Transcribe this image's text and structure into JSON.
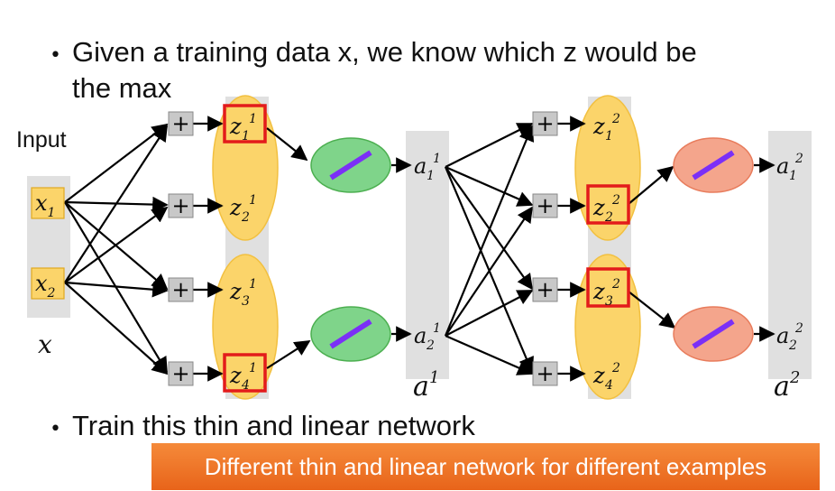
{
  "bullet1_line1": "Given a training data x, we know which z would be",
  "bullet1_line2": "the max",
  "bullet2": "Train this thin and linear network",
  "banner": "Different thin and linear network for different examples",
  "input_label": "Input",
  "x_vector_label": "x",
  "inputs": [
    {
      "base": "x",
      "sub": "1"
    },
    {
      "base": "x",
      "sub": "2"
    }
  ],
  "layer1": {
    "z": [
      {
        "base": "z",
        "sub": "1",
        "sup": "1",
        "selected": true
      },
      {
        "base": "z",
        "sub": "2",
        "sup": "1",
        "selected": false
      },
      {
        "base": "z",
        "sub": "3",
        "sup": "1",
        "selected": false
      },
      {
        "base": "z",
        "sub": "4",
        "sup": "1",
        "selected": true
      }
    ],
    "a": [
      {
        "base": "a",
        "sub": "1",
        "sup": "1"
      },
      {
        "base": "a",
        "sub": "2",
        "sup": "1"
      }
    ],
    "vector_label": {
      "base": "a",
      "sup": "1"
    }
  },
  "layer2": {
    "z": [
      {
        "base": "z",
        "sub": "1",
        "sup": "2",
        "selected": false
      },
      {
        "base": "z",
        "sub": "2",
        "sup": "2",
        "selected": true
      },
      {
        "base": "z",
        "sub": "3",
        "sup": "2",
        "selected": true
      },
      {
        "base": "z",
        "sub": "4",
        "sup": "2",
        "selected": false
      }
    ],
    "a": [
      {
        "base": "a",
        "sub": "1",
        "sup": "2"
      },
      {
        "base": "a",
        "sub": "2",
        "sup": "2"
      }
    ],
    "vector_label": {
      "base": "a",
      "sup": "2"
    }
  },
  "plus_symbol": "+",
  "colors": {
    "column_gray": "#e0e0e0",
    "ellipse_yellow": "#fbd46a",
    "ellipse_yellow_stroke": "#f2c040",
    "green_node": "#7fd48a",
    "red_node": "#f4a58c",
    "activation_line": "#7b2ff7",
    "selected_box": "#e31b1b",
    "plus_box": "#c8c8c8",
    "banner_orange": "#f07b2a"
  }
}
